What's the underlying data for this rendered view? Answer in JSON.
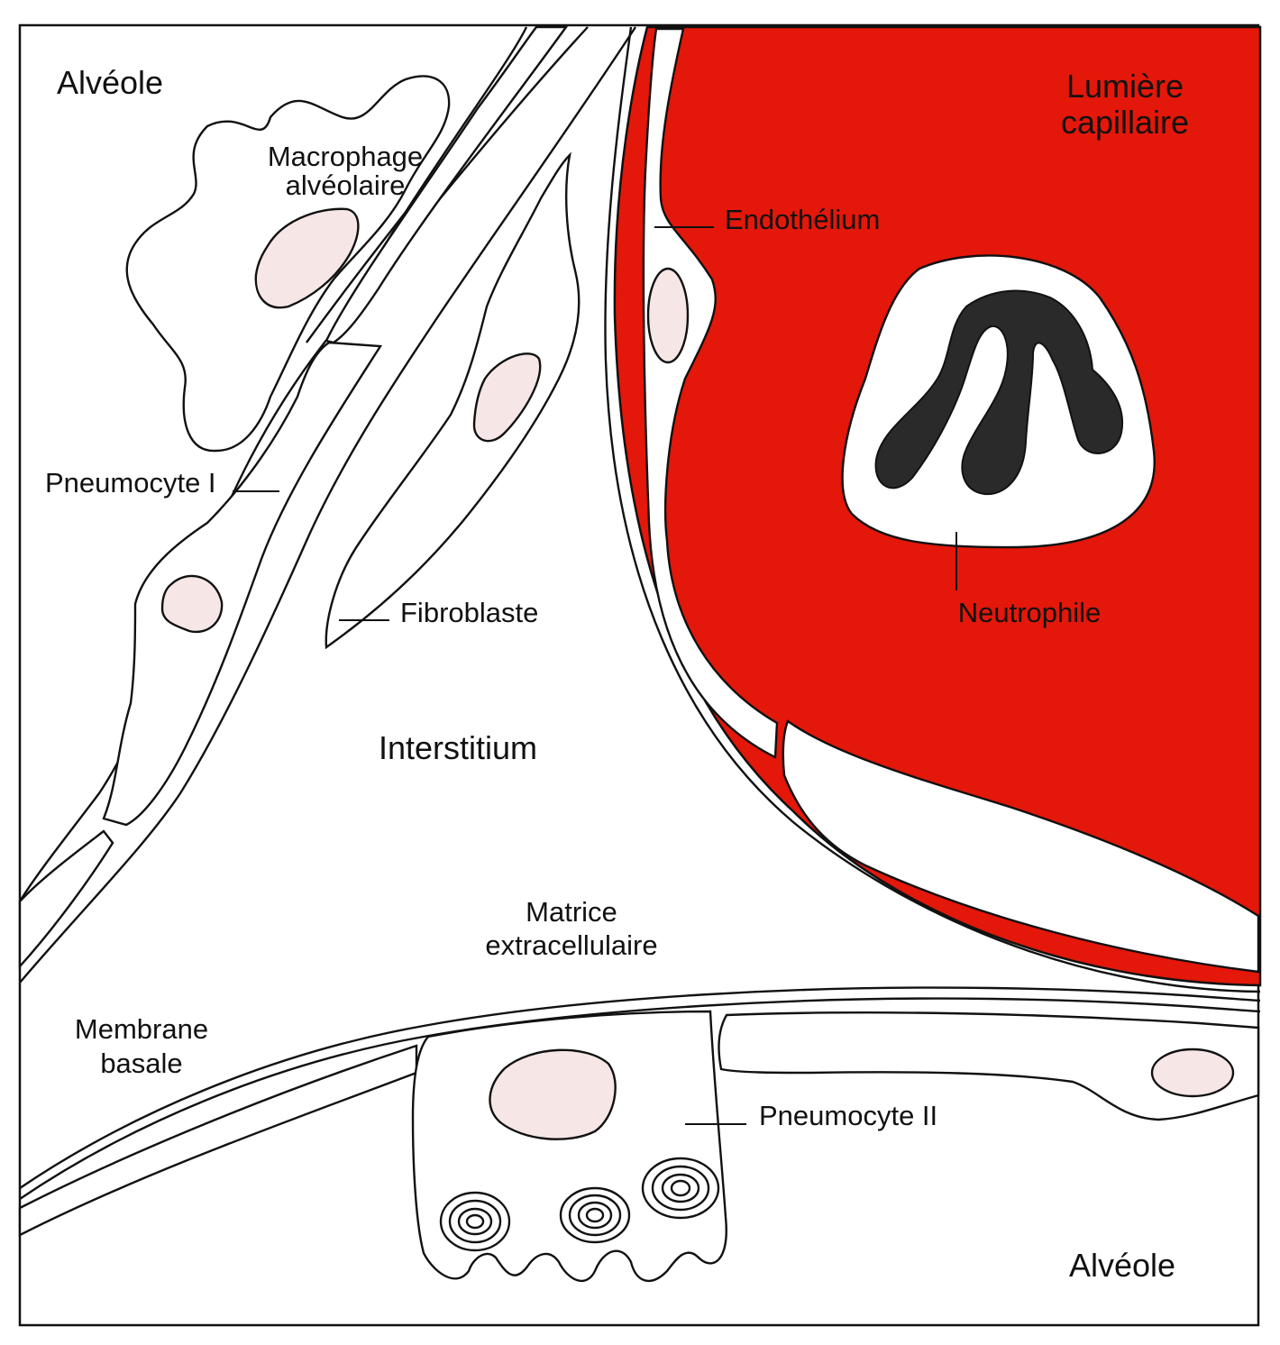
{
  "labels": {
    "alveole_top": "Alvéole",
    "macrophage": [
      "Macrophage",
      "alvéolaire"
    ],
    "lumiere": [
      "Lumière",
      "capillaire"
    ],
    "endothelium": "Endothélium",
    "pneumocyte_1": "Pneumocyte I",
    "fibroblaste": "Fibroblaste",
    "neutrophile": "Neutrophile",
    "interstitium": "Interstitium",
    "matrice": [
      "Matrice",
      "extracellulaire"
    ],
    "membrane": [
      "Membrane",
      "basale"
    ],
    "pneumocyte_2": "Pneumocyte II",
    "alveole_bottom": "Alvéole"
  },
  "colors": {
    "capillary_lumen": "#e3170a",
    "nucleus": "#f6e6e6",
    "neutrophil_nucleus": "#2a2a2a",
    "outline": "#111111"
  }
}
